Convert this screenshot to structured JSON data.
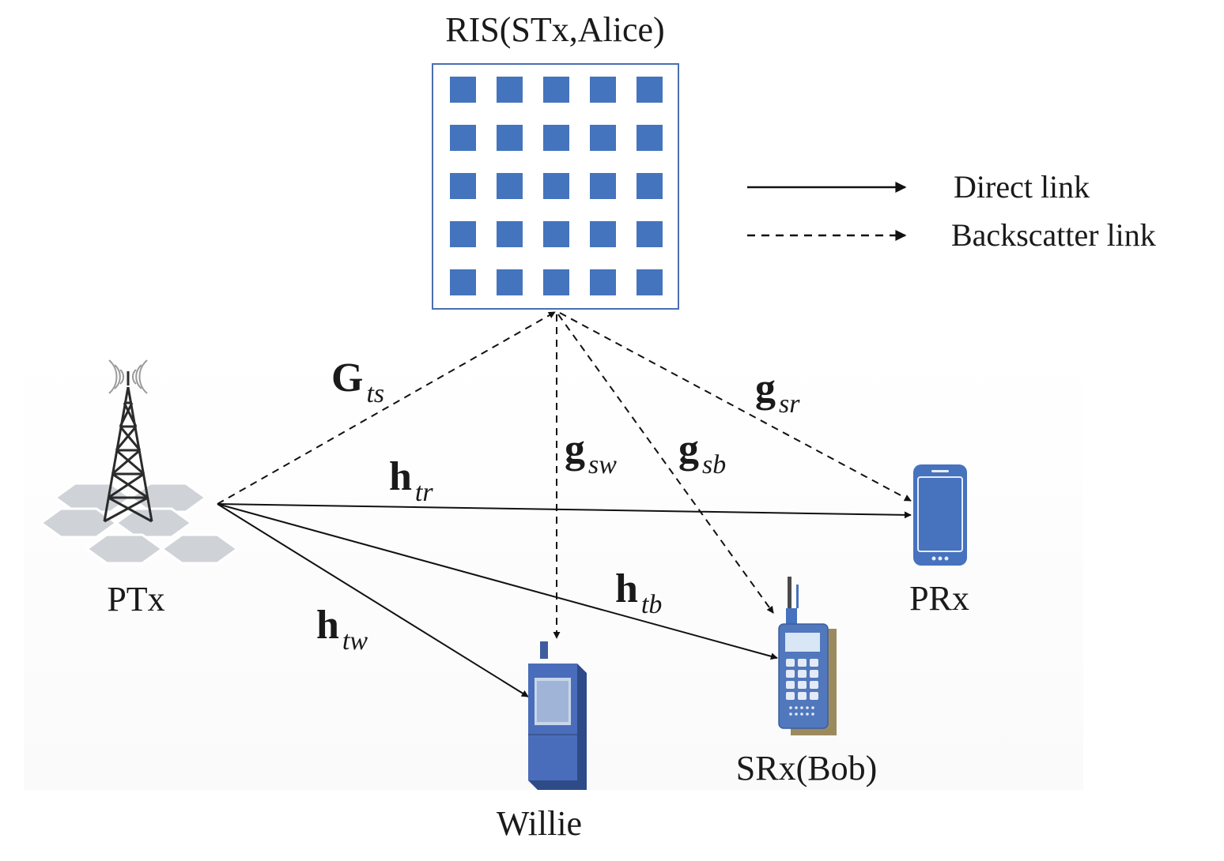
{
  "nodes": {
    "ris_title": "RIS(STx,Alice)",
    "ptx": "PTx",
    "prx": "PRx",
    "srx": "SRx(Bob)",
    "willie": "Willie"
  },
  "legend": {
    "direct": "Direct link",
    "backscatter": "Backscatter link"
  },
  "channels": {
    "Gts": {
      "main": "G",
      "sub": "ts"
    },
    "gsr": {
      "main": "g",
      "sub": "sr"
    },
    "gsw": {
      "main": "g",
      "sub": "sw"
    },
    "gsb": {
      "main": "g",
      "sub": "sb"
    },
    "htr": {
      "main": "h",
      "sub": "tr"
    },
    "htb": {
      "main": "h",
      "sub": "tb"
    },
    "htw": {
      "main": "h",
      "sub": "tw"
    }
  },
  "colors": {
    "ris_element": "#4474bd",
    "ris_border": "#4a6fb0",
    "line": "#111111",
    "phone_blue": "#4672be",
    "tower_gray": "#c9ccd1"
  }
}
